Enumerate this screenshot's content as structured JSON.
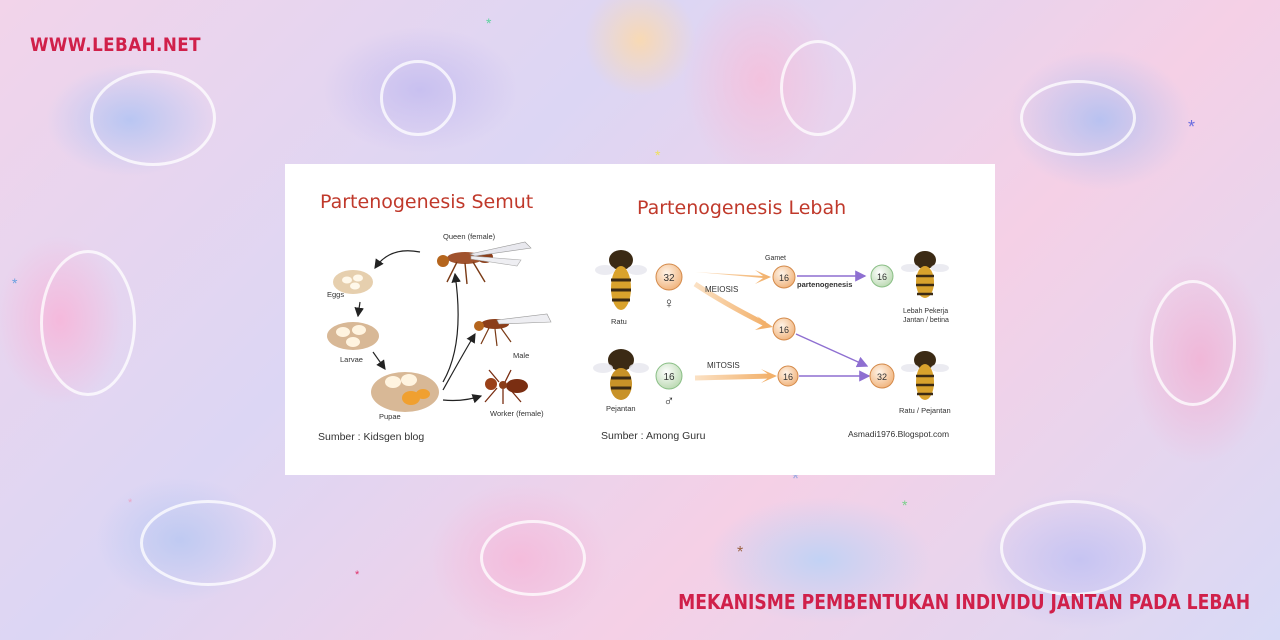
{
  "site": {
    "name": "WWW.LEBAH.NET"
  },
  "headline": {
    "text": "MEKANISME PEMBENTUKAN INDIVIDU JANTAN PADA LEBAH"
  },
  "colors": {
    "brand": "#d0204a",
    "diagram_title": "#c0392b",
    "arrow": "#8e6fd1",
    "arrow_orange": "#f2b06a"
  },
  "diagram": {
    "ant": {
      "title": "Partenogenesis Semut",
      "labels": {
        "queen": "Queen (female)",
        "eggs": "Eggs",
        "larvae": "Larvae",
        "pupae": "Pupae",
        "male": "Male",
        "worker": "Worker (female)"
      },
      "source": "Sumber : Kidsgen blog"
    },
    "bee": {
      "title": "Partenogenesis Lebah",
      "queen_label": "Ratu",
      "queen_chromosomes": "32",
      "male_label": "Pejantan",
      "male_chromosomes": "16",
      "female_symbol": "♀",
      "male_symbol": "♂",
      "gamet_label": "Gamet",
      "meiosis_label": "MEIOSIS",
      "mitosis_label": "MITOSIS",
      "partenogenesis_label": "partenogenesis",
      "gamete_a": "16",
      "gamete_b": "16",
      "gamete_c": "16",
      "result_worker_chromosomes": "16",
      "result_queen_chromosomes": "32",
      "result_worker_label_1": "Lebah Pekerja",
      "result_worker_label_2": "Jantan / betina",
      "result_queen_label": "Ratu / Pejantan",
      "source": "Sumber : Among Guru",
      "credit": "Asmadi1976.Blogspot.com"
    }
  }
}
